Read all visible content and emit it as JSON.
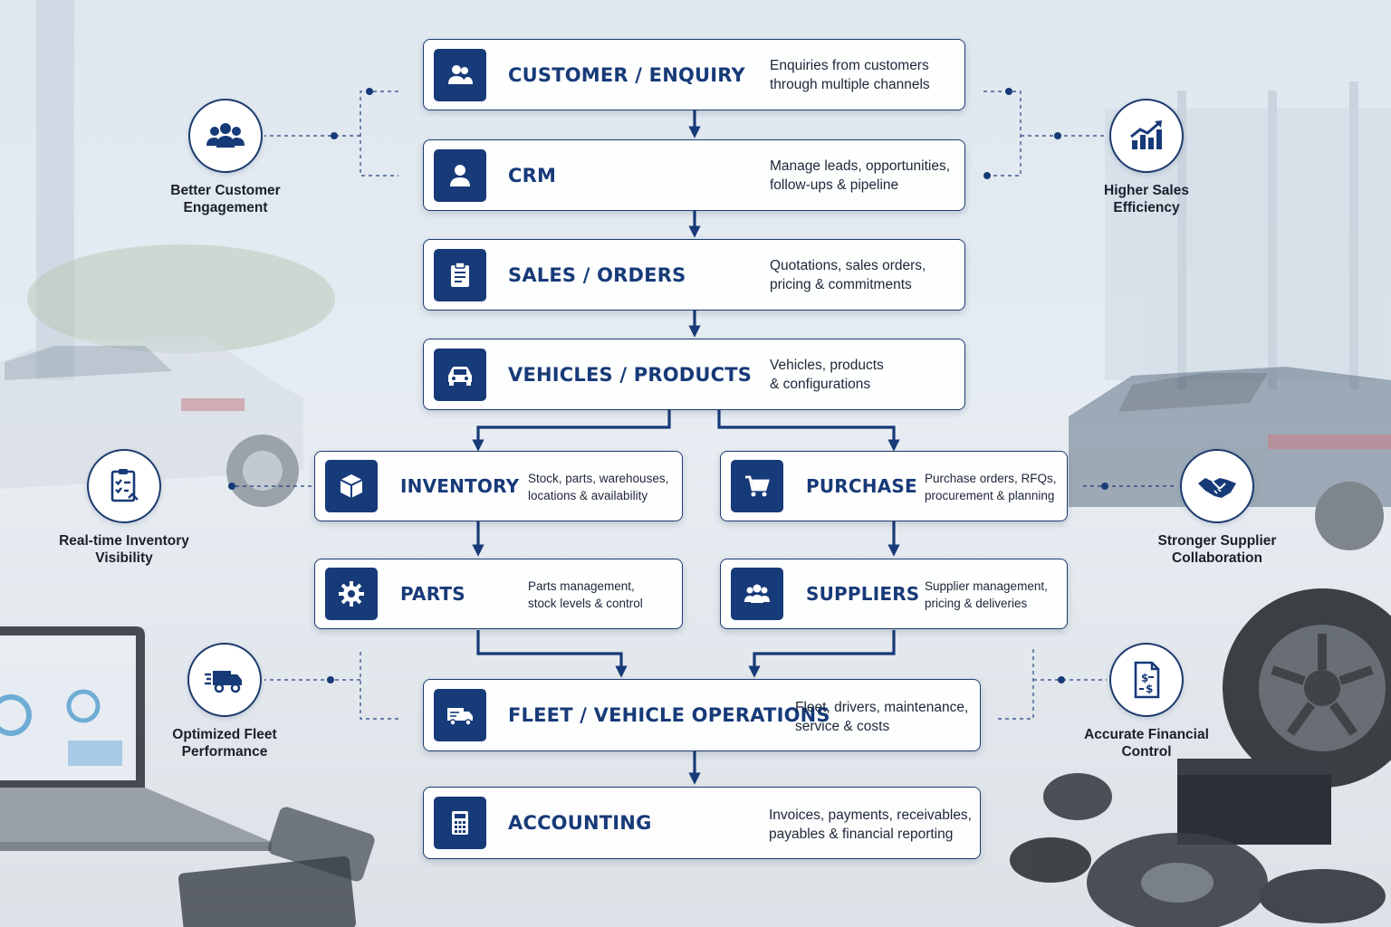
{
  "colors": {
    "navy": "#173a78",
    "border": "#1c3a6e",
    "text": "#1d2738"
  },
  "steps": {
    "customer": {
      "title": "CUSTOMER / ENQUIRY",
      "desc": [
        "Enquiries from customers",
        "through multiple channels"
      ],
      "icon": "users-icon"
    },
    "crm": {
      "title": "CRM",
      "desc": [
        "Manage leads, opportunities,",
        "follow-ups & pipeline"
      ],
      "icon": "user-icon"
    },
    "sales": {
      "title": "SALES / ORDERS",
      "desc": [
        "Quotations, sales orders,",
        "pricing & commitments"
      ],
      "icon": "clipboard-icon"
    },
    "vehicles": {
      "title": "VEHICLES / PRODUCTS",
      "desc": [
        "Vehicles, products",
        "& configurations"
      ],
      "icon": "car-icon"
    },
    "inventory": {
      "title": "INVENTORY",
      "desc": [
        "Stock, parts, warehouses,",
        "locations & availability"
      ],
      "icon": "box-icon"
    },
    "purchase": {
      "title": "PURCHASE",
      "desc": [
        "Purchase orders, RFQs,",
        "procurement & planning"
      ],
      "icon": "cart-icon"
    },
    "parts": {
      "title": "PARTS",
      "desc": [
        "Parts management,",
        "stock levels & control"
      ],
      "icon": "gear-icon"
    },
    "suppliers": {
      "title": "SUPPLIERS",
      "desc": [
        "Supplier management,",
        "pricing & deliveries"
      ],
      "icon": "group-icon"
    },
    "fleet": {
      "title": "FLEET / VEHICLE OPERATIONS",
      "desc": [
        "Fleet, drivers, maintenance,",
        "service & costs"
      ],
      "icon": "truck-icon"
    },
    "accounting": {
      "title": "ACCOUNTING",
      "desc": [
        "Invoices, payments, receivables,",
        "payables & financial reporting"
      ],
      "icon": "calculator-icon"
    }
  },
  "benefits": {
    "engagement": {
      "label": [
        "Better Customer",
        "Engagement"
      ],
      "icon": "team-icon"
    },
    "sales": {
      "label": [
        "Higher Sales",
        "Efficiency"
      ],
      "icon": "growth-chart-icon"
    },
    "inventory": {
      "label": [
        "Real-time Inventory",
        "Visibility"
      ],
      "icon": "checklist-icon"
    },
    "supplier": {
      "label": [
        "Stronger Supplier",
        "Collaboration"
      ],
      "icon": "handshake-icon"
    },
    "fleet": {
      "label": [
        "Optimized Fleet",
        "Performance"
      ],
      "icon": "delivery-truck-icon"
    },
    "financial": {
      "label": [
        "Accurate Financial",
        "Control"
      ],
      "icon": "invoice-icon"
    }
  }
}
